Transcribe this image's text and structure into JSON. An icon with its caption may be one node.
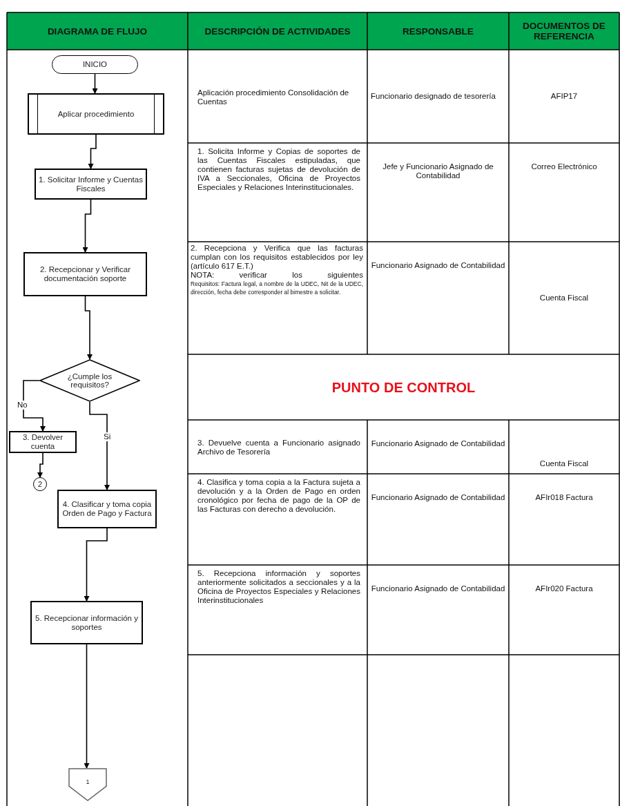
{
  "diagram": {
    "nodes": [
      {
        "text": [
          "INICIO"
        ]
      },
      {
        "text": [
          "Aplicar procedimiento"
        ]
      },
      {
        "text": [
          "1. Solicitar Informe y Cuentas Fiscales"
        ]
      },
      {
        "text": [
          "2. Recepcionar y Verificar documentación soporte"
        ]
      },
      {
        "text": [
          "¿Cumple los requisitos?"
        ]
      },
      {
        "text": [
          "3. Devolver cuenta"
        ]
      },
      {
        "text": [
          "2"
        ]
      },
      {
        "text": [
          "4. Clasificar y toma copia Orden de Pago y Factura"
        ]
      },
      {
        "text": [
          "5. Recepcionar información y soportes"
        ]
      },
      {
        "text": [
          "1"
        ]
      }
    ],
    "edges": [
      {
        "from": 0,
        "to": 1,
        "arrow": "to"
      },
      {
        "from": 1,
        "to": 2,
        "arrow": "to"
      },
      {
        "from": 2,
        "to": 3,
        "arrow": "to"
      },
      {
        "from": 3,
        "to": 4,
        "arrow": "to"
      },
      {
        "from": 4,
        "to": 5,
        "arrow": "to",
        "label": "No"
      },
      {
        "from": 4,
        "to": 7,
        "arrow": "to",
        "label": "Si"
      },
      {
        "from": 5,
        "to": 6,
        "arrow": "to"
      },
      {
        "from": 7,
        "to": 8,
        "arrow": "to"
      },
      {
        "from": 8,
        "to": 9,
        "arrow": "to"
      }
    ],
    "labels": [
      "DIAGRAMA DE FLUJO",
      "DESCRIPCIÓN DE ACTIVIDADES",
      "RESPONSABLE",
      "DOCUMENTOS DE REFERENCIA",
      "Aplicación procedimiento Consolidación de Cuentas",
      "Funcionario designado de tesorería",
      "AFIP17",
      "1. Solicita Informe y Copias de soportes de las Cuentas Fiscales estipuladas, que contienen facturas sujetas de devolución de IVA a Seccionales, Oficina de Proyectos Especiales y Relaciones Interinstitucionales.",
      "Jefe y Funcionario Asignado de Contabilidad",
      "Correo Electrónico",
      "2. Recepciona y Verifica que las facturas cumplan con los requisitos establecidos por ley (artículo 617 E.T.)",
      "NOTA: verificar los siguientes",
      "Requisitos: Factura legal, a nombre de la UDEC, Nit de la UDEC, dirección, fecha debe corresponder al bimestre a solicitar.",
      "Funcionario Asignado de Contabilidad",
      "Cuenta Fiscal",
      "PUNTO DE CONTROL",
      "3. Devuelve cuenta a Funcionario asignado Archivo de Tesorería",
      "Funcionario Asignado de Contabilidad",
      "Cuenta Fiscal",
      "4. Clasifica y toma copia a la Factura sujeta a devolución y a la Orden de Pago en orden cronológico por fecha de pago de la OP de las Facturas con derecho a devolución.",
      "Funcionario Asignado de Contabilidad",
      "AFIr018 Factura",
      "5. Recepciona información y soportes anteriormente solicitados a seccionales y a la Oficina de Proyectos Especiales y Relaciones Interinstitucionales",
      "Funcionario Asignado de Contabilidad",
      "AFIr020 Factura"
    ]
  }
}
